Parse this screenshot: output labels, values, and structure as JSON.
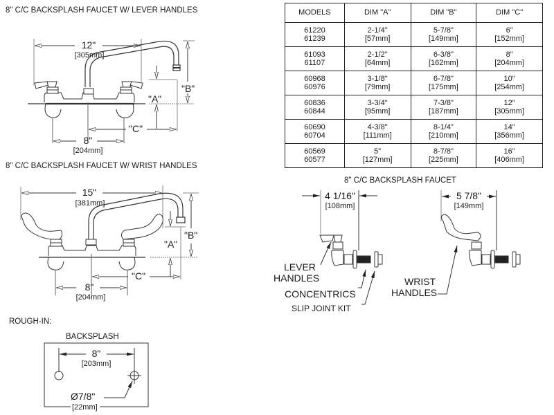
{
  "lever_section": {
    "title": "8\" C/C BACKSPLASH FAUCET W/ LEVER HANDLES",
    "spout_reach": "12\"",
    "spout_reach_mm": "[305mm]",
    "center_to_center": "8\"",
    "center_to_center_mm": "[204mm]",
    "dim_a": "\"A\"",
    "dim_b": "\"B\"",
    "dim_c": "\"C\""
  },
  "wrist_section": {
    "title": "8\" C/C BACKSPLASH FAUCET W/  WRIST HANDLES",
    "spout_reach": "15\"",
    "spout_reach_mm": "[381mm]",
    "center_to_center": "8\"",
    "center_to_center_mm": "[204mm]",
    "dim_a": "\"A\"",
    "dim_b": "\"B\"",
    "dim_c": "\"C\""
  },
  "rough_in": {
    "title": "ROUGH-IN:",
    "subtitle": "BACKSPLASH",
    "spacing": "8\"",
    "spacing_mm": "[203mm]",
    "hole_diameter": "Ø7/8\"",
    "hole_diameter_mm": "[22mm]"
  },
  "side_view": {
    "title": "8\" C/C BACKSPLASH FAUCET",
    "lever_depth": "4 1/16\"",
    "lever_depth_mm": "[108mm]",
    "wrist_depth": "5 7/8\"",
    "wrist_depth_mm": "[149mm]",
    "labels": {
      "lever_handles_1": "LEVER",
      "lever_handles_2": "HANDLES",
      "concentrics": "CONCENTRICS",
      "slip_joint_kit": "SLIP JOINT KIT",
      "wrist_handles_1": "WRIST",
      "wrist_handles_2": "HANDLES"
    }
  },
  "spec_table": {
    "headers": [
      "MODELS",
      "DIM \"A\"",
      "DIM \"B\"",
      "DIM \"C\""
    ],
    "rows": [
      {
        "models": [
          "61220",
          "61239"
        ],
        "a": [
          "2-1/4\"",
          "[57mm]"
        ],
        "b": [
          "5-7/8\"",
          "[149mm]"
        ],
        "c": [
          "6\"",
          "[152mm]"
        ]
      },
      {
        "models": [
          "61093",
          "61107"
        ],
        "a": [
          "2-1/2\"",
          "[64mm]"
        ],
        "b": [
          "6-3/8\"",
          "[162mm]"
        ],
        "c": [
          "8\"",
          "[204mm]"
        ]
      },
      {
        "models": [
          "60968",
          "60976"
        ],
        "a": [
          "3-1/8\"",
          "[79mm]"
        ],
        "b": [
          "6-7/8\"",
          "[175mm]"
        ],
        "c": [
          "10\"",
          "[254mm]"
        ]
      },
      {
        "models": [
          "60836",
          "60844"
        ],
        "a": [
          "3-3/4\"",
          "[95mm]"
        ],
        "b": [
          "7-3/8\"",
          "[187mm]"
        ],
        "c": [
          "12\"",
          "[305mm]"
        ]
      },
      {
        "models": [
          "60690",
          "60704"
        ],
        "a": [
          "4-3/8\"",
          "[111mm]"
        ],
        "b": [
          "8-1/4\"",
          "[210mm]"
        ],
        "c": [
          "14\"",
          "[356mm]"
        ]
      },
      {
        "models": [
          "60569",
          "60577"
        ],
        "a": [
          "5\"",
          "[127mm]"
        ],
        "b": [
          "8-7/8\"",
          "[225mm]"
        ],
        "c": [
          "16\"",
          "[406mm]"
        ]
      }
    ]
  }
}
